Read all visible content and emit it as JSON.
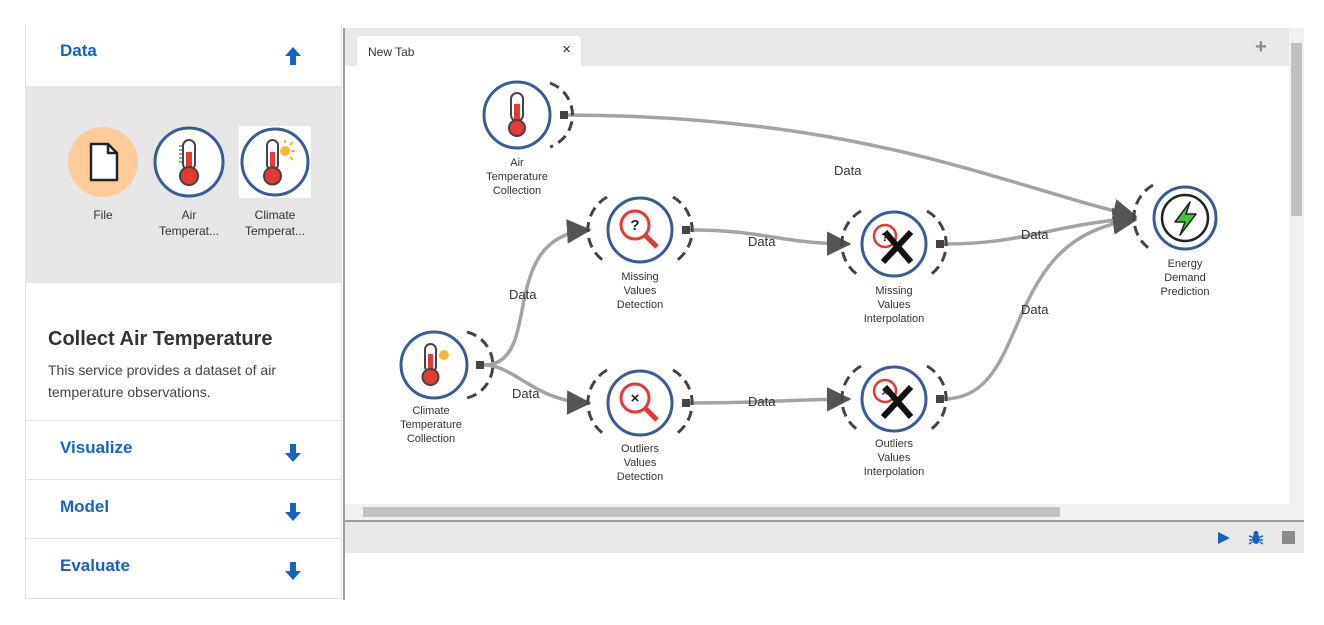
{
  "sidebar": {
    "sections": [
      {
        "title": "Data",
        "expanded": true
      },
      {
        "title": "Visualize",
        "expanded": false
      },
      {
        "title": "Model",
        "expanded": false
      },
      {
        "title": "Evaluate",
        "expanded": false
      }
    ],
    "palette": [
      {
        "label": "File",
        "icon": "file-icon"
      },
      {
        "label": "Air Temperat...",
        "icon": "thermometer-icon"
      },
      {
        "label": "Climate Temperat...",
        "icon": "thermometer-sun-icon"
      }
    ],
    "description": {
      "title": "Collect Air Temperature",
      "text": "This service provides a dataset of air temperature observations."
    }
  },
  "editor": {
    "tab": {
      "label": "New Tab",
      "close": "×"
    },
    "add_tab": "+",
    "nodes": [
      {
        "id": "air",
        "label_lines": [
          "Air",
          "Temperature",
          "Collection"
        ],
        "icon": "thermometer-icon"
      },
      {
        "id": "climate",
        "label_lines": [
          "Climate",
          "Temperature",
          "Collection"
        ],
        "icon": "thermometer-sun-icon"
      },
      {
        "id": "mvd",
        "label_lines": [
          "Missing",
          "Values",
          "Detection"
        ],
        "icon": "magnifier-question-icon"
      },
      {
        "id": "ovd",
        "label_lines": [
          "Outliers",
          "Values",
          "Detection"
        ],
        "icon": "magnifier-x-icon"
      },
      {
        "id": "mvi",
        "label_lines": [
          "Missing",
          "Values",
          "Interpolation"
        ],
        "icon": "tools-question-icon"
      },
      {
        "id": "ovi",
        "label_lines": [
          "Outliers",
          "Values",
          "Interpolation"
        ],
        "icon": "tools-x-icon"
      },
      {
        "id": "edp",
        "label_lines": [
          "Energy",
          "Demand",
          "Prediction"
        ],
        "icon": "lightning-icon"
      }
    ],
    "edges": [
      {
        "from": "air",
        "to": "edp",
        "label": "Data"
      },
      {
        "from": "climate",
        "to": "mvd",
        "label": "Data"
      },
      {
        "from": "climate",
        "to": "ovd",
        "label": "Data"
      },
      {
        "from": "mvd",
        "to": "mvi",
        "label": "Data"
      },
      {
        "from": "ovd",
        "to": "ovi",
        "label": "Data"
      },
      {
        "from": "mvi",
        "to": "edp",
        "label": "Data"
      },
      {
        "from": "ovi",
        "to": "edp",
        "label": "Data"
      }
    ],
    "toolbar": {
      "run": "play-icon",
      "debug": "bug-icon",
      "stop": "stop-icon"
    }
  },
  "colors": {
    "accent": "#1565c0",
    "node_ring": "#3a5a99",
    "edge": "#a0a0a0",
    "thermo": "#e53935",
    "bolt": "#43c33a",
    "file_bg": "#ffcc99"
  }
}
